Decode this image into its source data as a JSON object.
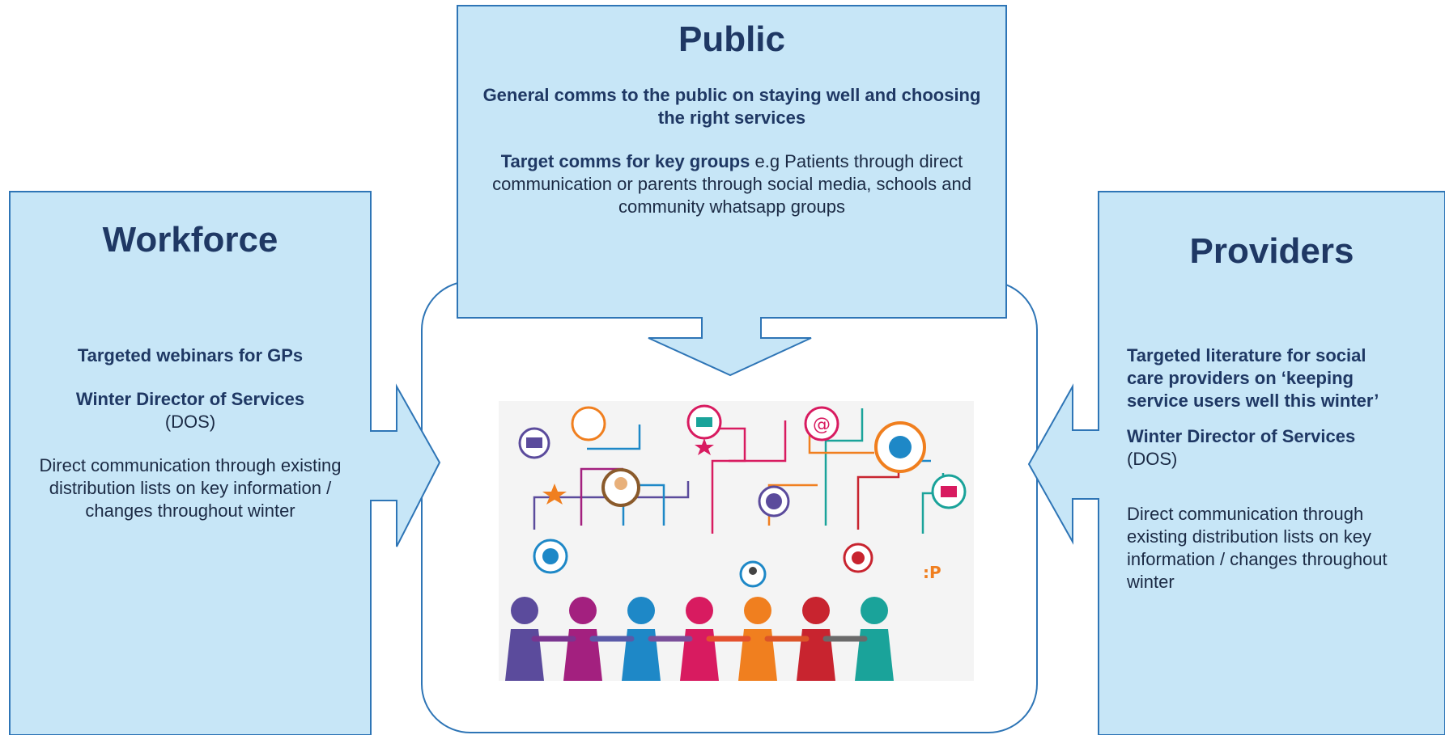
{
  "public": {
    "title": "Public",
    "para1": "General comms to the public on staying well and choosing the right services",
    "para2_bold": "Target comms for key groups",
    "para2_rest": " e.g Patients through direct communication or parents through social media, schools and community whatsapp groups"
  },
  "workforce": {
    "title": "Workforce",
    "item1": "Targeted webinars for GPs",
    "item2_bold": "Winter Director of Services",
    "item2_rest": "(DOS)",
    "item3": "Direct communication through existing distribution lists on key information / changes throughout winter"
  },
  "providers": {
    "title": "Providers",
    "item1": "Targeted literature for social care providers on ‘keeping service users well this winter’",
    "item2_bold": "Winter Director of Services",
    "item2_rest": "(DOS)",
    "item3": "Direct communication through existing distribution lists on key information / changes throughout winter"
  },
  "colors": {
    "box_fill": "#c7e6f7",
    "box_stroke": "#2e75b6",
    "text_navy": "#1f3864"
  },
  "illustration": {
    "icon": "social-network-people-icon",
    "people_colors": [
      "#5b4b9c",
      "#a3207f",
      "#1e88c7",
      "#d81b60",
      "#f07f1f",
      "#c8242f",
      "#1aa39a"
    ]
  }
}
